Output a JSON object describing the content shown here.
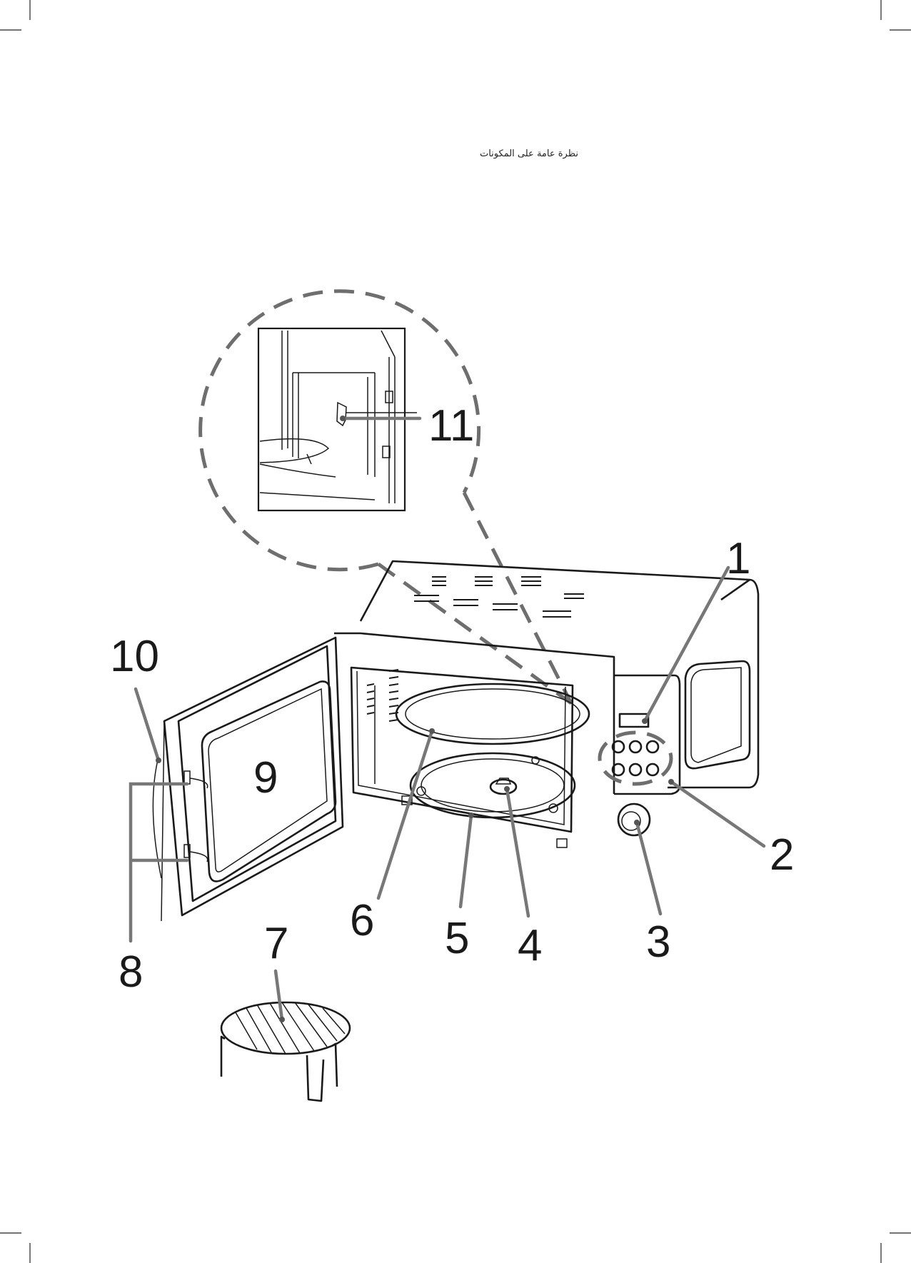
{
  "header": {
    "title": "نظرة عامة على المكونات"
  },
  "callouts": [
    "1",
    "2",
    "3",
    "4",
    "5",
    "6",
    "7",
    "8",
    "9",
    "10",
    "11"
  ]
}
